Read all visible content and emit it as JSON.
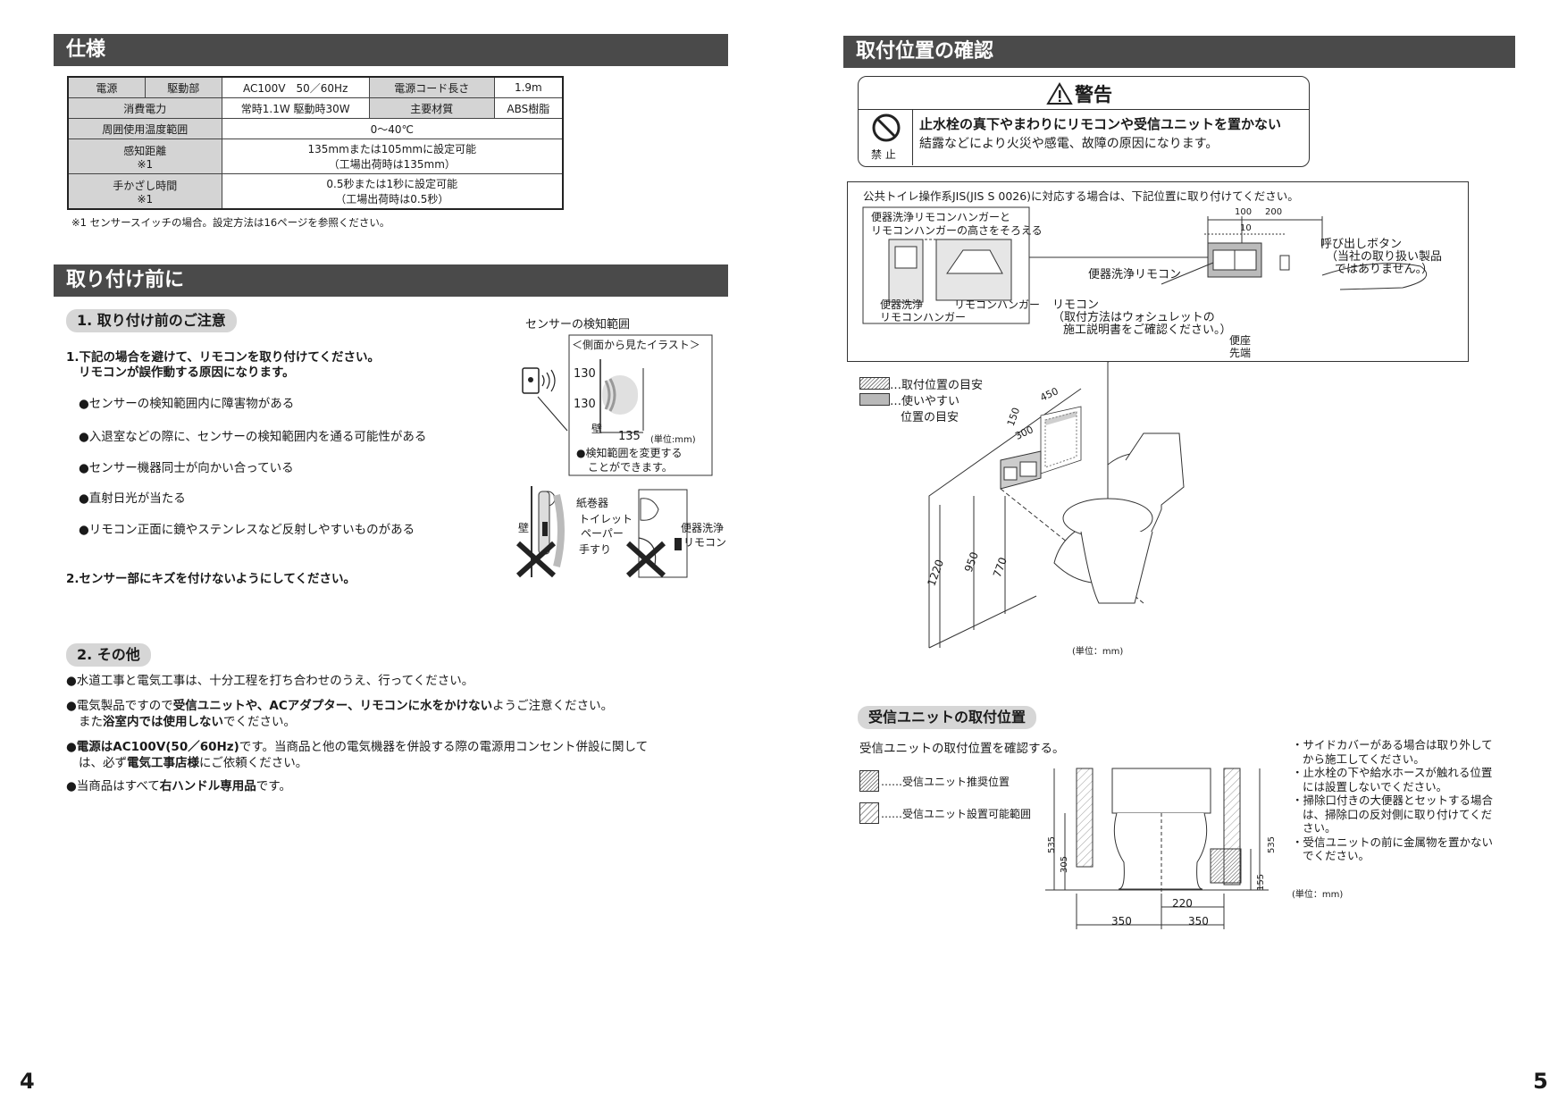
{
  "left": {
    "spec_heading": "仕様",
    "spec_table": {
      "r1": {
        "a": "電源",
        "b": "駆動部",
        "c": "AC100V　50／60Hz",
        "d": "電源コード長さ",
        "e": "1.9m"
      },
      "r2": {
        "a": "消費電力",
        "c": "常時1.1W 駆動時30W",
        "d": "主要材質",
        "e": "ABS樹脂"
      },
      "r3": {
        "a": "周囲使用温度範囲",
        "c": "0〜40℃"
      },
      "r4": {
        "a1": "感知距離",
        "a2": "※1",
        "c1": "135mmまたは105mmに設定可能",
        "c2": "（工場出荷時は135mm）"
      },
      "r5": {
        "a1": "手かざし時間",
        "a2": "※1",
        "c1": "0.5秒または1秒に設定可能",
        "c2": "（工場出荷時は0.5秒）"
      }
    },
    "spec_note": "※1 センサースイッチの場合。設定方法は16ページを参照ください。",
    "before_heading": "取り付け前に",
    "sub1": "1. 取り付け前のご注意",
    "item1_line1": "1.下記の場合を避けて、リモコンを取り付けてください。",
    "item1_line2": "リモコンが誤作動する原因になります。",
    "bullets": [
      "●センサーの検知範囲内に障害物がある",
      "●入退室などの際に、センサーの検知範囲内を通る可能性がある",
      "●センサー機器同士が向かい合っている",
      "●直射日光が当たる",
      "●リモコン正面に鏡やステンレスなど反射しやすいものがある"
    ],
    "item2": "2.センサー部にキズを付けないようにしてください。",
    "sensor_fig": {
      "title": "センサーの検知範囲",
      "box_title": "＜側面から見たイラスト＞",
      "v1": "130",
      "v2": "130",
      "wall": "壁",
      "h1": "135",
      "unit": "(単位:mm)",
      "note1": "●検知範囲を変更する",
      "note2": "ことができます。"
    },
    "obstacle_fig": {
      "paper_holder": "紙巻器",
      "tp1": "トイレット",
      "tp2": "ペーパー",
      "handrail": "手すり",
      "wall": "壁",
      "remote1": "便器洗浄",
      "remote2": "リモコン"
    },
    "sub2": "2. その他",
    "o1": "●水道工事と電気工事は、十分工程を打ち合わせのうえ、行ってください。",
    "o2_pre": "●電気製品ですので",
    "o2_bold": "受信ユニットや、ACアダプター、リモコンに水をかけない",
    "o2_post": "ようご注意ください。",
    "o2b_pre": "また",
    "o2b_bold": "浴室内では使用しない",
    "o2b_post": "でください。",
    "o3_bold": "●電源はAC100V(50／60Hz)",
    "o3_post": "です。当商品と他の電気機器を併設する際の電源用コンセント併設に関して",
    "o3b_pre": "は、必ず",
    "o3b_bold": "電気工事店様",
    "o3b_post": "にご依頼ください。",
    "o4_pre": "●当商品はすべて",
    "o4_bold": "右ハンドル専用品",
    "o4_post": "です。",
    "page": "4"
  },
  "right": {
    "heading": "取付位置の確認",
    "warning": {
      "title": "警告",
      "prohibit": "禁 止",
      "line1": "止水栓の真下やまわりにリモコンや受信ユニットを置かない",
      "line2": "結露などにより火災や感電、故障の原因になります。"
    },
    "jis": {
      "title": "公共トイレ操作系JIS(JIS S 0026)に対応する場合は、下記位置に取り付けてください。",
      "hanger_note1": "便器洗浄リモコンハンガーと",
      "hanger_note2": "リモコンハンガーの高さをそろえる",
      "lbl_flush1": "便器洗浄",
      "lbl_flush2": "リモコンハンガー",
      "lbl_hanger": "リモコンハンガー",
      "lbl_flush_remote": "便器洗浄リモコン",
      "lbl_remote1": "リモコン",
      "lbl_remote2": "（取付方法はウォシュレットの",
      "lbl_remote3": "施工説明書をご確認ください。）",
      "call1": "呼び出しボタン",
      "call2": "（当社の取り扱い製品",
      "call3": "ではありません。）",
      "seat1": "便座",
      "seat2": "先端",
      "d100": "100",
      "d200": "200",
      "d10": "10"
    },
    "legend1": "…取付位置の目安",
    "legend2a": "…使いやすい",
    "legend2b": "位置の目安",
    "dims3d": {
      "d150": "150",
      "d450": "450",
      "d300": "300",
      "d1220": "1220",
      "d950": "950",
      "d770": "770"
    },
    "unit": "(単位：mm)",
    "recv_heading": "受信ユニットの取付位置",
    "recv_intro": "受信ユニットの取付位置を確認する。",
    "recv_leg1": "……受信ユニット推奨位置",
    "recv_leg2": "……受信ユニット設置可能範囲",
    "recv_dims": {
      "d535a": "535",
      "d305": "305",
      "d535b": "535",
      "d155": "155",
      "d220": "220",
      "d350a": "350",
      "d350b": "350"
    },
    "recv_notes": [
      "・サイドカバーがある場合は取り外して",
      "から施工してください。",
      "・止水栓の下や給水ホースが触れる位置",
      "には設置しないでください。",
      "・掃除口付きの大便器とセットする場合",
      "は、掃除口の反対側に取り付けてくだ",
      "さい。",
      "・受信ユニットの前に金属物を置かない",
      "でください。"
    ],
    "recv_unit": "(単位：mm)",
    "page": "5"
  }
}
